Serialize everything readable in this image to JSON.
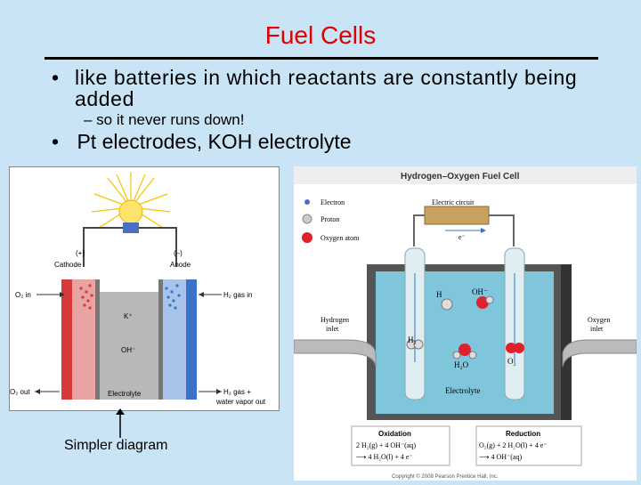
{
  "slide": {
    "title": "Fuel Cells",
    "bullet1": "like batteries in which reactants are constantly being added",
    "sub_bullet": "– so it never runs down!",
    "bullet2": "Pt electrodes, KOH electrolyte",
    "caption": "Simpler diagram",
    "bullet_symbol": "•"
  },
  "left_diagram": {
    "cathode_sign": "(+)",
    "anode_sign": "(–)",
    "cathode": "Cathode",
    "anode": "Anode",
    "o2_in": "O₂ in",
    "h2_in": "H₂ gas in",
    "k_ion": "K⁺",
    "oh_ion": "OH⁻",
    "o2_out": "O₂ out",
    "electrolyte": "Electrolyte",
    "h2_out_1": "H₂ gas +",
    "h2_out_2": "water vapor out"
  },
  "right_diagram": {
    "title": "Hydrogen–Oxygen Fuel Cell",
    "legend": [
      "Electron",
      "Proton",
      "Oxygen atom"
    ],
    "circuit": "Electric circuit",
    "e_minus": "e⁻",
    "h_label": "H",
    "oh_label": "OH⁻",
    "h2_label": "H₂",
    "h2o_label": "H₂O",
    "o2_label": "O₂",
    "hydrogen_inlet_1": "Hydrogen",
    "hydrogen_inlet_2": "inlet",
    "oxygen_inlet_1": "Oxygen",
    "oxygen_inlet_2": "inlet",
    "electrolyte": "Electrolyte",
    "oxidation_title": "Oxidation",
    "oxidation_1": "2 H₂(g) + 4 OH⁻(aq)",
    "oxidation_2": "⟶ 4 H₂O(l) + 4 e⁻",
    "reduction_title": "Reduction",
    "reduction_1": "O₂(g) + 2 H₂O(l) + 4 e⁻",
    "reduction_2": "⟶ 4 OH⁻(aq)",
    "copyright": "Copyright © 2008 Pearson Prentice Hall, Inc."
  },
  "colors": {
    "title": "#e00000",
    "background": "#c9e4f5",
    "cathode": "#d63a3a",
    "anode": "#3a72c8",
    "electrolyte": "#b8b8b8",
    "cell_water": "#7fc6dc"
  }
}
